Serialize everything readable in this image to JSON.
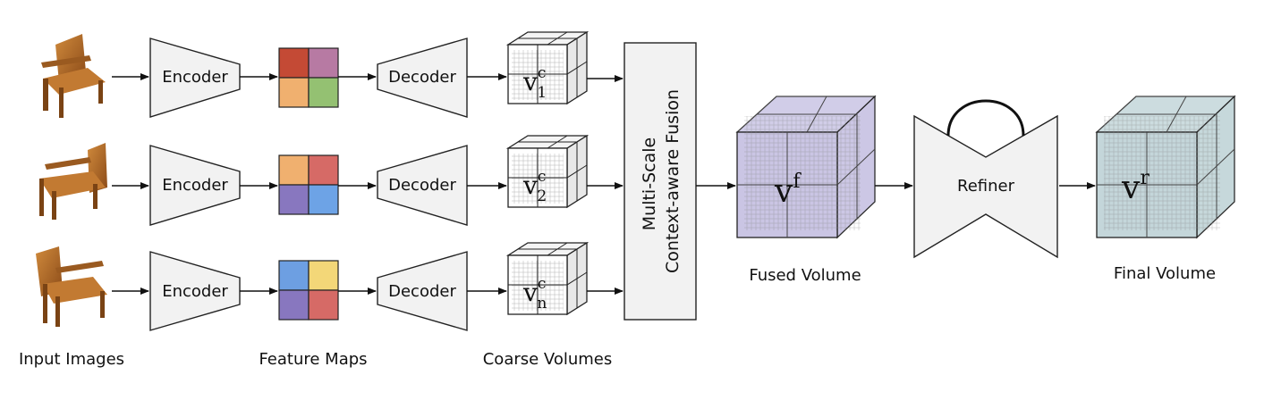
{
  "rows": [
    {
      "encoder_label": "Encoder",
      "decoder_label": "Decoder",
      "volume_base": "v",
      "volume_sup": "c",
      "volume_sub": "1",
      "feature_colors": [
        "#c44a35",
        "#b77aa3",
        "#f0b06f",
        "#94c172"
      ]
    },
    {
      "encoder_label": "Encoder",
      "decoder_label": "Decoder",
      "volume_base": "v",
      "volume_sup": "c",
      "volume_sub": "2",
      "feature_colors": [
        "#f0b06f",
        "#d66a66",
        "#8877bf",
        "#6da3e6"
      ]
    },
    {
      "encoder_label": "Encoder",
      "decoder_label": "Decoder",
      "volume_base": "v",
      "volume_sup": "c",
      "volume_sub": "n",
      "feature_colors": [
        "#6d9fe2",
        "#f3d778",
        "#8877bf",
        "#d66a66"
      ]
    }
  ],
  "fusion": {
    "line1": "Multi-Scale",
    "line2": "Context-aware Fusion"
  },
  "fused": {
    "base": "v",
    "sup": "f",
    "caption": "Fused Volume",
    "color": "#cac5e4"
  },
  "refiner": {
    "label": "Refiner"
  },
  "final": {
    "base": "v",
    "sup": "r",
    "caption": "Final Volume",
    "color": "#c4d6da"
  },
  "captions": {
    "input": "Input Images",
    "features": "Feature Maps",
    "coarse": "Coarse Volumes"
  },
  "colors": {
    "block_fill": "#f2f2f2",
    "stroke": "#222222",
    "chair_wood": "#b8702a",
    "chair_dark": "#7a4314"
  }
}
